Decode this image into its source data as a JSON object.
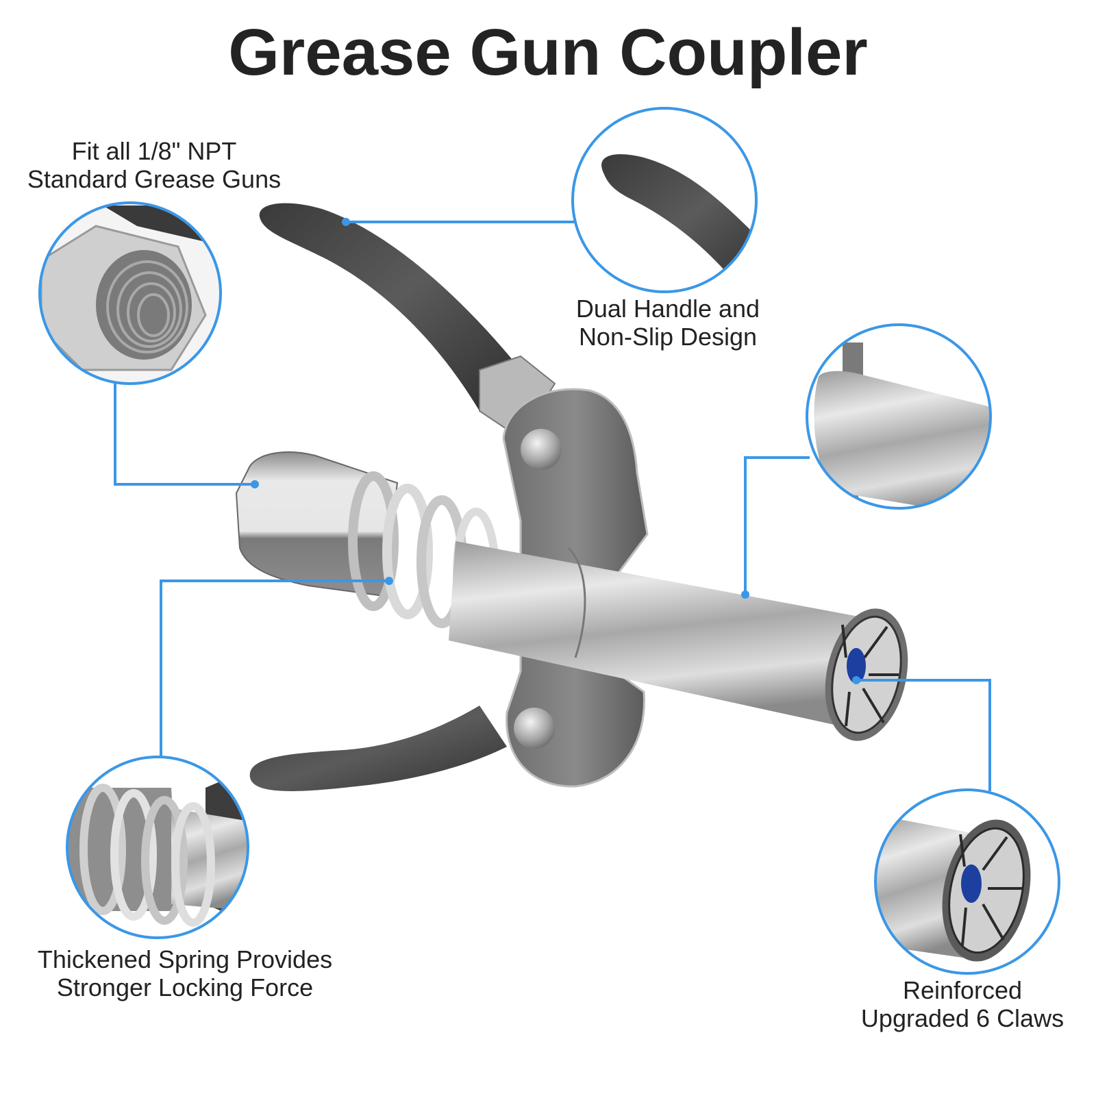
{
  "title": "Grease Gun Coupler",
  "accent_color": "#3b97e6",
  "features": [
    {
      "id": "npt-fit",
      "lines": [
        "Fit all 1/8\" NPT",
        "Standard Grease Guns"
      ],
      "detail": "threaded-hex-nut"
    },
    {
      "id": "dual-handle",
      "lines": [
        "Dual Handle and",
        "Non-Slip Design"
      ],
      "detail": "rubber-handle-grip"
    },
    {
      "id": "body-tube",
      "lines": [],
      "detail": "steel-tube-body"
    },
    {
      "id": "spring",
      "lines": [
        "Thickened Spring Provides",
        "Stronger Locking Force"
      ],
      "detail": "coil-spring"
    },
    {
      "id": "claws",
      "lines": [
        "Reinforced",
        "Upgraded 6 Claws"
      ],
      "detail": "six-claw-jaw-head"
    }
  ]
}
